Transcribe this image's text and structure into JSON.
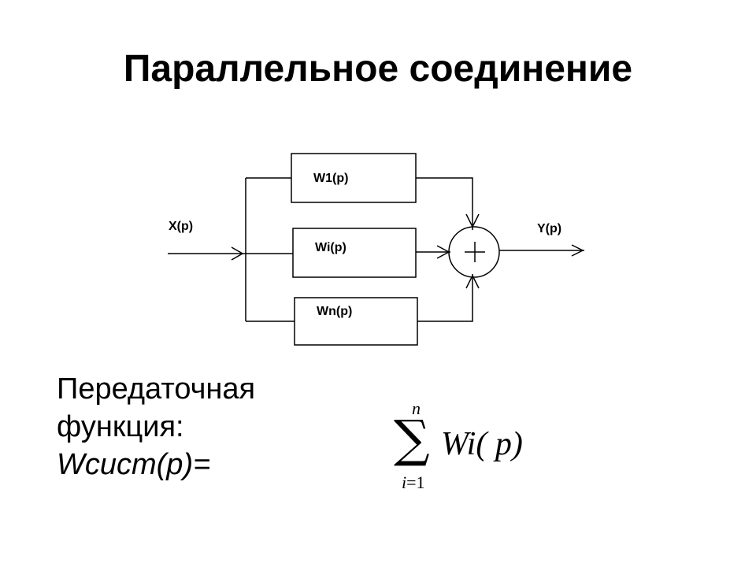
{
  "title": "Параллельное соединение",
  "diagram": {
    "input_label": "X(p)",
    "output_label": "Y(p)",
    "blocks": [
      "W1(p)",
      "Wi(p)",
      "Wn(p)"
    ],
    "summer_symbol": "+"
  },
  "caption": {
    "line1": "Передаточная",
    "line2": "функция:",
    "line3": "Wсист(p)="
  },
  "formula": {
    "upper_limit": "n",
    "sum_symbol": "∑",
    "lower_index": "i",
    "lower_rest": "=1",
    "body": "Wi( p)"
  }
}
